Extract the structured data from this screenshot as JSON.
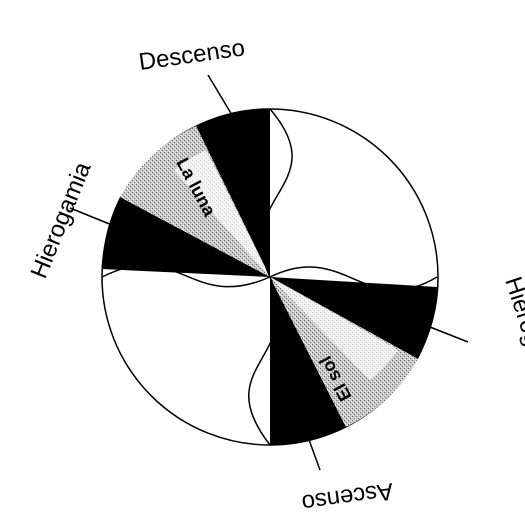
{
  "labels": {
    "top": "Descenso",
    "left": "Hierogamia",
    "right": "Hierogamia",
    "bottom": "Ascenso"
  },
  "inner_labels": {
    "moon": "La luna",
    "sun": "El sol"
  },
  "colors": {
    "background": "#ffffff",
    "ink": "#000000",
    "black_sector": "#000000",
    "white_sector": "#ffffff",
    "stipple_sector": "#b9b9b9"
  }
}
